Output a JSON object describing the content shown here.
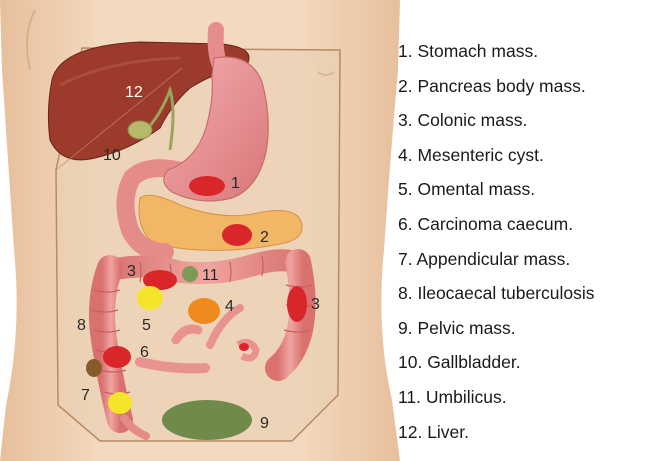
{
  "legend": [
    "1. Stomach mass.",
    "2. Pancreas body mass.",
    "3. Colonic mass.",
    "4. Mesenteric cyst.",
    "5. Omental mass.",
    "6. Carcinoma caecum.",
    "7. Appendicular mass.",
    "8. Ileocaecal tuberculosis",
    "9. Pelvic mass.",
    "10. Gallbladder.",
    "11. Umbilicus.",
    "12. Liver."
  ],
  "markers": {
    "m1": "1",
    "m2": "2",
    "m3a": "3",
    "m3b": "3",
    "m4": "4",
    "m5": "5",
    "m6": "6",
    "m7": "7",
    "m8": "8",
    "m9": "9",
    "m10": "10",
    "m11": "11",
    "m12": "12"
  },
  "colors": {
    "skin": "#f0d2b4",
    "liver": "#9c3a2c",
    "stomach": "#e58c8e",
    "pancreas": "#f0b060",
    "colon": "#e8938f",
    "mass_red": "#d8262b",
    "omental_yellow": "#f5e52a",
    "mesenteric_orange": "#ee8a1e",
    "pelvic_green": "#6f8a4a",
    "umbilicus_green": "#7d9a55",
    "gallbladder": "#b7b86a"
  }
}
